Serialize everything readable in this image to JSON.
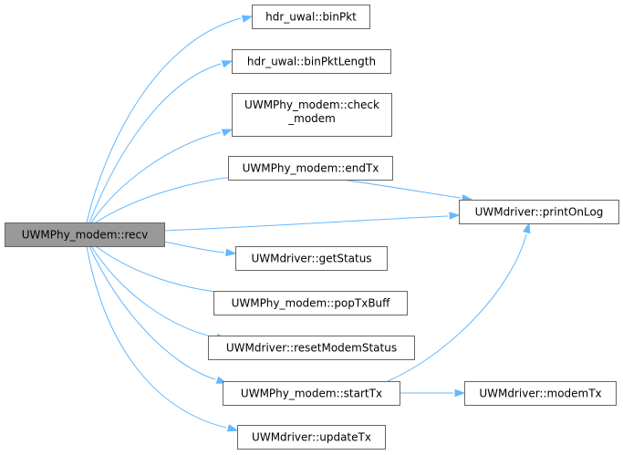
{
  "graph": {
    "title": "UWMPhy_modem::recv call graph",
    "colors": {
      "edge": "#63b8ff",
      "root_fill": "#999999",
      "node_fill": "#ffffff",
      "node_border": "#666666"
    },
    "nodes": [
      {
        "id": "recv",
        "lines": [
          "UWMPhy_modem::recv"
        ],
        "root": true
      },
      {
        "id": "binPkt",
        "lines": [
          "hdr_uwal::binPkt"
        ]
      },
      {
        "id": "binPktLength",
        "lines": [
          "hdr_uwal::binPktLength"
        ]
      },
      {
        "id": "check_modem",
        "lines": [
          "UWMPhy_modem::check",
          "_modem"
        ]
      },
      {
        "id": "endTx",
        "lines": [
          "UWMPhy_modem::endTx"
        ]
      },
      {
        "id": "printOnLog",
        "lines": [
          "UWMdriver::printOnLog"
        ]
      },
      {
        "id": "getStatus",
        "lines": [
          "UWMdriver::getStatus"
        ]
      },
      {
        "id": "popTxBuff",
        "lines": [
          "UWMPhy_modem::popTxBuff"
        ]
      },
      {
        "id": "resetModemStatus",
        "lines": [
          "UWMdriver::resetModemStatus"
        ]
      },
      {
        "id": "startTx",
        "lines": [
          "UWMPhy_modem::startTx"
        ]
      },
      {
        "id": "modemTx",
        "lines": [
          "UWMdriver::modemTx"
        ]
      },
      {
        "id": "updateTx",
        "lines": [
          "UWMdriver::updateTx"
        ]
      }
    ],
    "edges": [
      {
        "from": "recv",
        "to": "binPkt"
      },
      {
        "from": "recv",
        "to": "binPktLength"
      },
      {
        "from": "recv",
        "to": "check_modem"
      },
      {
        "from": "recv",
        "to": "endTx"
      },
      {
        "from": "recv",
        "to": "printOnLog"
      },
      {
        "from": "recv",
        "to": "getStatus"
      },
      {
        "from": "recv",
        "to": "popTxBuff"
      },
      {
        "from": "recv",
        "to": "resetModemStatus"
      },
      {
        "from": "recv",
        "to": "startTx"
      },
      {
        "from": "recv",
        "to": "updateTx"
      },
      {
        "from": "endTx",
        "to": "printOnLog"
      },
      {
        "from": "startTx",
        "to": "printOnLog"
      },
      {
        "from": "startTx",
        "to": "modemTx"
      }
    ]
  }
}
